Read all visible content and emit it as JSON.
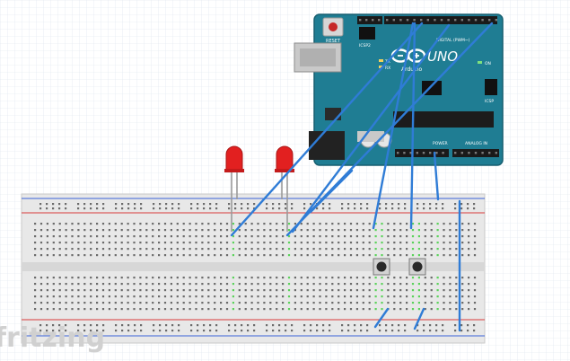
{
  "board": {
    "reset_label": "RESET",
    "logo_text": "UNO",
    "brand_text": "Arduino",
    "icsp2_label": "ICSP2",
    "icsp_label": "ICSP",
    "tx_label": "TX",
    "rx_label": "RX",
    "on_label": "ON",
    "digital_label": "DIGITAL (PWM~)",
    "power_label": "POWER",
    "analog_label": "ANALOG IN"
  },
  "watermark": "fritzing",
  "colors": {
    "board": "#1f7d93",
    "board_dark": "#175f70",
    "breadboard": "#e9e9e9",
    "rail_red": "#d93a3a",
    "rail_blue": "#3a62d9",
    "wire": "#2f7cd6",
    "hole_green": "#5bd25b",
    "led": "#e22020",
    "grid": "#d8e0ea"
  },
  "components": {
    "leds": [
      "led-1",
      "led-2"
    ],
    "buttons": [
      "button-1",
      "button-2"
    ]
  }
}
